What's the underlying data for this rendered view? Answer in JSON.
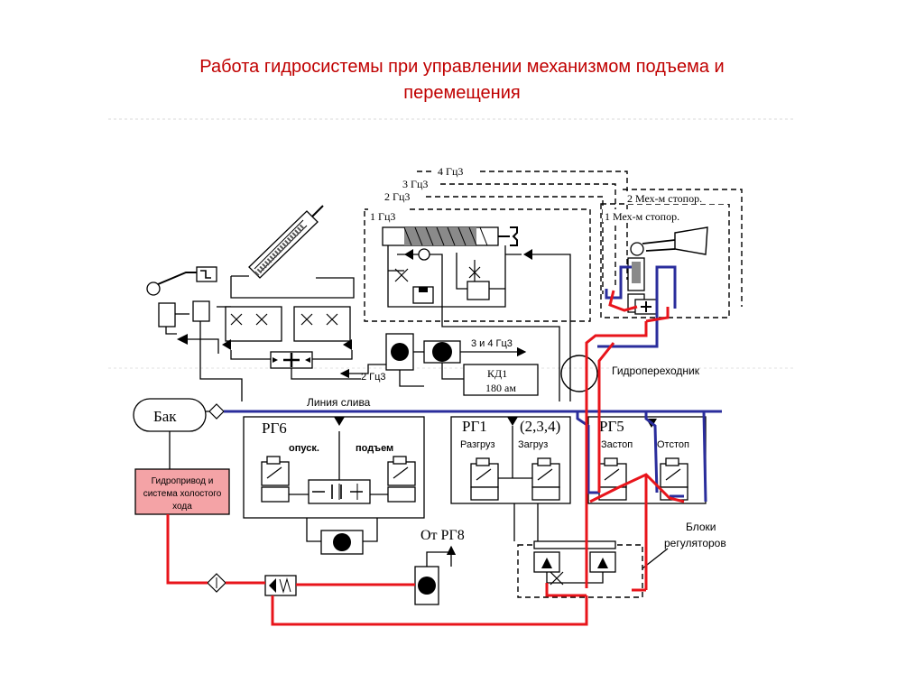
{
  "title": {
    "line1": "Работа гидросистемы при управлении механизмом подъема и",
    "line2": "перемещения"
  },
  "labels": {
    "gc4": "4 Гц3",
    "gc3": "3 Гц3",
    "gc2": "2 Гц3",
    "gc1": "1 Гц3",
    "mech2": "2 Мех-м стопор.",
    "mech1": "1 Мех-м стопор.",
    "gc34": "3 и 4 Гц3",
    "gc2_arrow": "2 Гц3",
    "kd1_a": "КД1",
    "kd1_b": "180 ам",
    "adapter": "Гидропереходник",
    "drain_line": "Линия слива",
    "tank": "Бак",
    "rg6": "РГ6",
    "rg1": "РГ1",
    "rg1_sub": "(2,3,4)",
    "rg5": "РГ5",
    "lower": "опуск.",
    "lift": "подъем",
    "unload": "Разгруз",
    "load": "Загруз",
    "stop": "Застоп",
    "unstop": "Отстоп",
    "drive_1": "Гидропривод и",
    "drive_2": "система холостого",
    "drive_3": "хода",
    "from_rg8": "От РГ8",
    "regulators_1": "Блоки",
    "regulators_2": "регуляторов"
  },
  "colors": {
    "pressure_line": "#e8141b",
    "drain_line": "#2a2d9c",
    "drive_box_fill": "#f4a3a6",
    "title": "#c00000"
  }
}
